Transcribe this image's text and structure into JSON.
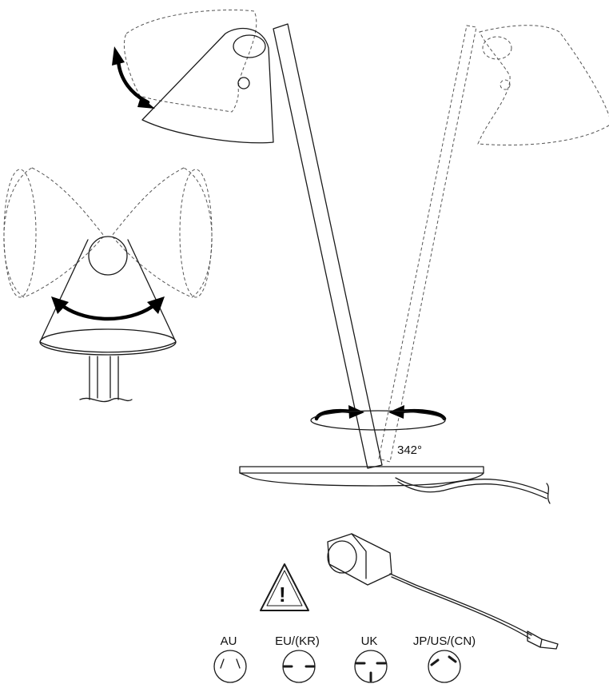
{
  "rotation_label": "342°",
  "warning_symbol": "!",
  "plug_types": [
    {
      "label": "AU"
    },
    {
      "label": "EU/(KR)"
    },
    {
      "label": "UK"
    },
    {
      "label": "JP/US/(CN)"
    }
  ],
  "icons": [
    "warning-triangle-icon",
    "power-adapter-icon"
  ]
}
